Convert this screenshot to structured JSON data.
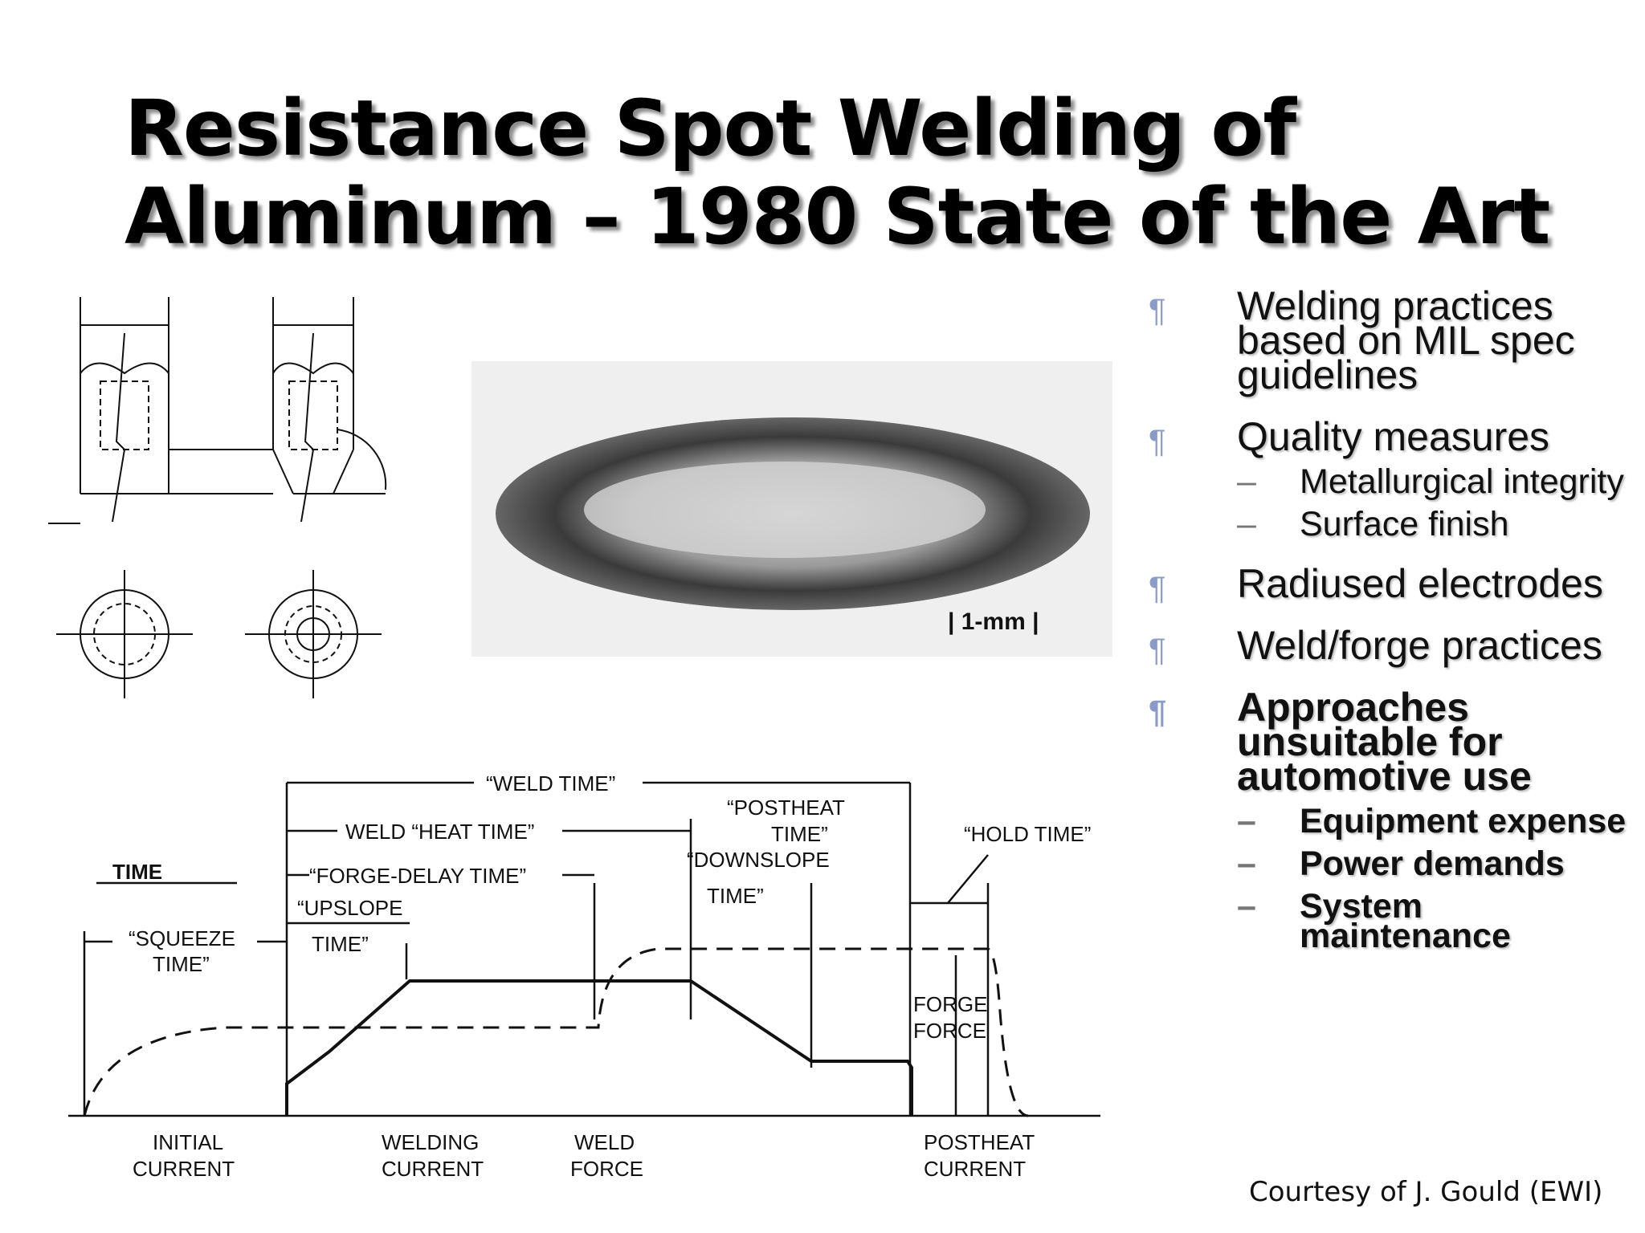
{
  "title": {
    "line1": "Resistance Spot Welding of",
    "line2": "Aluminum – 1980 State of the Art"
  },
  "micrograph": {
    "scale_label": "|  1-mm  |"
  },
  "bullet_marker": "¶",
  "sub_marker": "–",
  "bullets": [
    {
      "text": "Welding practices based on MIL spec guidelines",
      "bold": false
    },
    {
      "text": "Quality measures",
      "bold": false,
      "subs": [
        "Metallurgical integrity",
        "Surface finish"
      ]
    },
    {
      "text": "Radiused electrodes",
      "bold": false
    },
    {
      "text": "Weld/forge practices",
      "bold": false
    },
    {
      "text": "Approaches unsuitable for automotive use",
      "bold": true,
      "subs": [
        "Equipment expense",
        "Power demands",
        "System maintenance"
      ]
    }
  ],
  "courtesy": "Courtesy of J. Gould (EWI)",
  "timing_diagram": {
    "weld_time": "“WELD TIME”",
    "weld_heat_time": "WELD  “HEAT TIME”",
    "postheat_time_1": "“POSTHEAT",
    "postheat_time_2": "TIME”",
    "hold_time": "“HOLD TIME”",
    "time": "TIME",
    "forge_delay_time": "“FORGE-DELAY TIME”",
    "downslope_1": "“DOWNSLOPE",
    "downslope_2": "TIME”",
    "upslope_1": "“UPSLOPE",
    "upslope_2": "TIME”",
    "squeeze_1": "“SQUEEZE",
    "squeeze_2": "TIME”",
    "forge_force_1": "FORGE",
    "forge_force_2": "FORCE",
    "initial_current_1": "INITIAL",
    "initial_current_2": "CURRENT",
    "welding_current_1": "WELDING",
    "welding_current_2": "CURRENT",
    "weld_force_1": "WELD",
    "weld_force_2": "FORCE",
    "postheat_current_1": "POSTHEAT",
    "postheat_current_2": "CURRENT"
  }
}
